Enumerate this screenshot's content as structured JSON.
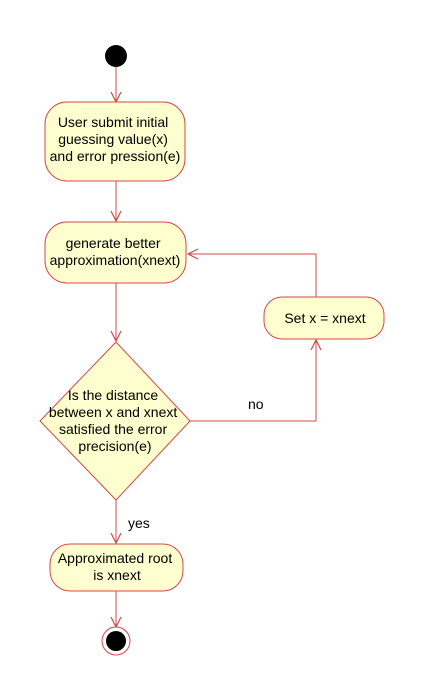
{
  "diagram": {
    "colors": {
      "node_fill": "#fefece",
      "node_stroke": "#d84747",
      "edge": "#d84747",
      "start_fill": "#000000",
      "end_ring": "#d84747",
      "background": "#ffffff"
    },
    "nodes": {
      "submit": {
        "lines": [
          "User submit initial",
          "guessing value(x)",
          "and error pression(e)"
        ]
      },
      "generate": {
        "lines": [
          "generate better",
          "approximation(xnext)"
        ]
      },
      "set_x": {
        "lines": [
          "Set x = xnext"
        ]
      },
      "decision": {
        "lines": [
          "Is the distance",
          "between x and xnext",
          "satisfied the error",
          "precision(e)"
        ]
      },
      "result": {
        "lines": [
          "Approximated root",
          "is xnext"
        ]
      }
    },
    "edge_labels": {
      "no": "no",
      "yes": "yes"
    }
  }
}
